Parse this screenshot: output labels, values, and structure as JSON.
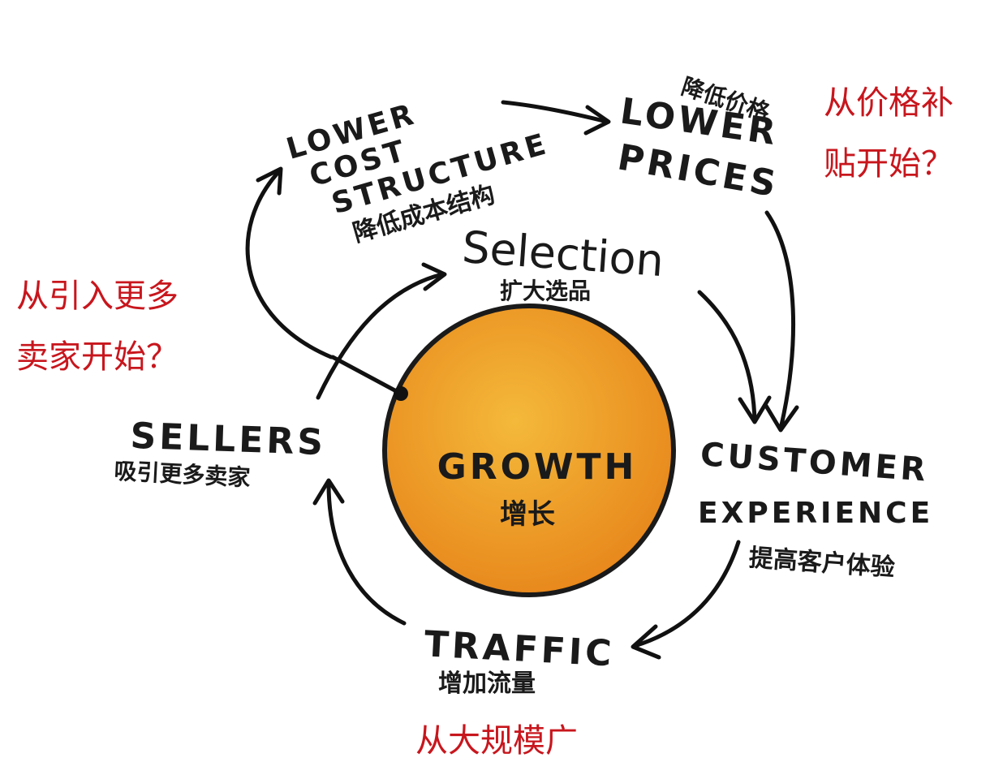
{
  "diagram": {
    "center": {
      "label": "GROWTH",
      "label_cn": "增长",
      "fill_inner": "#f4b93a",
      "fill_outer": "#e8891d"
    },
    "nodes": {
      "lower_cost": {
        "lines": [
          "LOWER",
          "COST",
          "STRUCTURE"
        ],
        "label_cn": "降低成本结构"
      },
      "lower_prices": {
        "lines": [
          "LOWER",
          "PRICES"
        ],
        "label_cn": "降低价格"
      },
      "selection": {
        "label": "Selection",
        "label_cn": "扩大选品"
      },
      "customer_experience": {
        "lines": [
          "CUSTOMER",
          "EXPERIENCE"
        ],
        "label_cn": "提高客户体验"
      },
      "traffic": {
        "label": "TRAFFIC",
        "label_cn": "增加流量"
      },
      "sellers": {
        "label": "SELLERS",
        "label_cn": "吸引更多卖家"
      }
    },
    "annotations": {
      "prices": [
        "从价格补",
        "贴开始？"
      ],
      "sellers": [
        "从引入更多",
        "卖家开始？"
      ],
      "traffic": "从大规模广"
    },
    "accent_color": "#c8161d"
  }
}
